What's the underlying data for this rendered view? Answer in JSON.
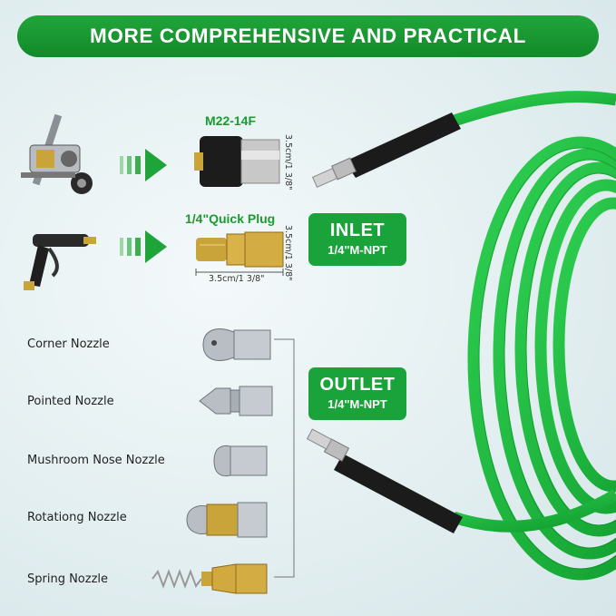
{
  "banner": {
    "title": "MORE COMPREHENSIVE AND PRACTICAL"
  },
  "fittings": {
    "m22": {
      "label": "M22-14F",
      "dim_vertical": "3.5cm/1 3/8\""
    },
    "quick_plug": {
      "label": "1/4\"Quick Plug",
      "dim_vertical": "3.5cm/1 3/8\"",
      "dim_horizontal": "3.5cm/1 3/8\""
    }
  },
  "inlet": {
    "title": "INLET",
    "spec": "1/4\"M-NPT"
  },
  "outlet": {
    "title": "OUTLET",
    "spec": "1/4\"M-NPT"
  },
  "nozzles": [
    {
      "label": "Corner Nozzle"
    },
    {
      "label": "Pointed Nozzle"
    },
    {
      "label": "Mushroom Nose Nozzle"
    },
    {
      "label": "Rotationg Nozzle"
    },
    {
      "label": "Spring Nozzle"
    }
  ],
  "colors": {
    "brand_green": "#1aa33a",
    "hose_green": "#18b53a",
    "background": "#e3eef0"
  },
  "icons": [
    "pressure-washer-icon",
    "spray-gun-icon",
    "arrow-right-icon",
    "hose-icon"
  ]
}
